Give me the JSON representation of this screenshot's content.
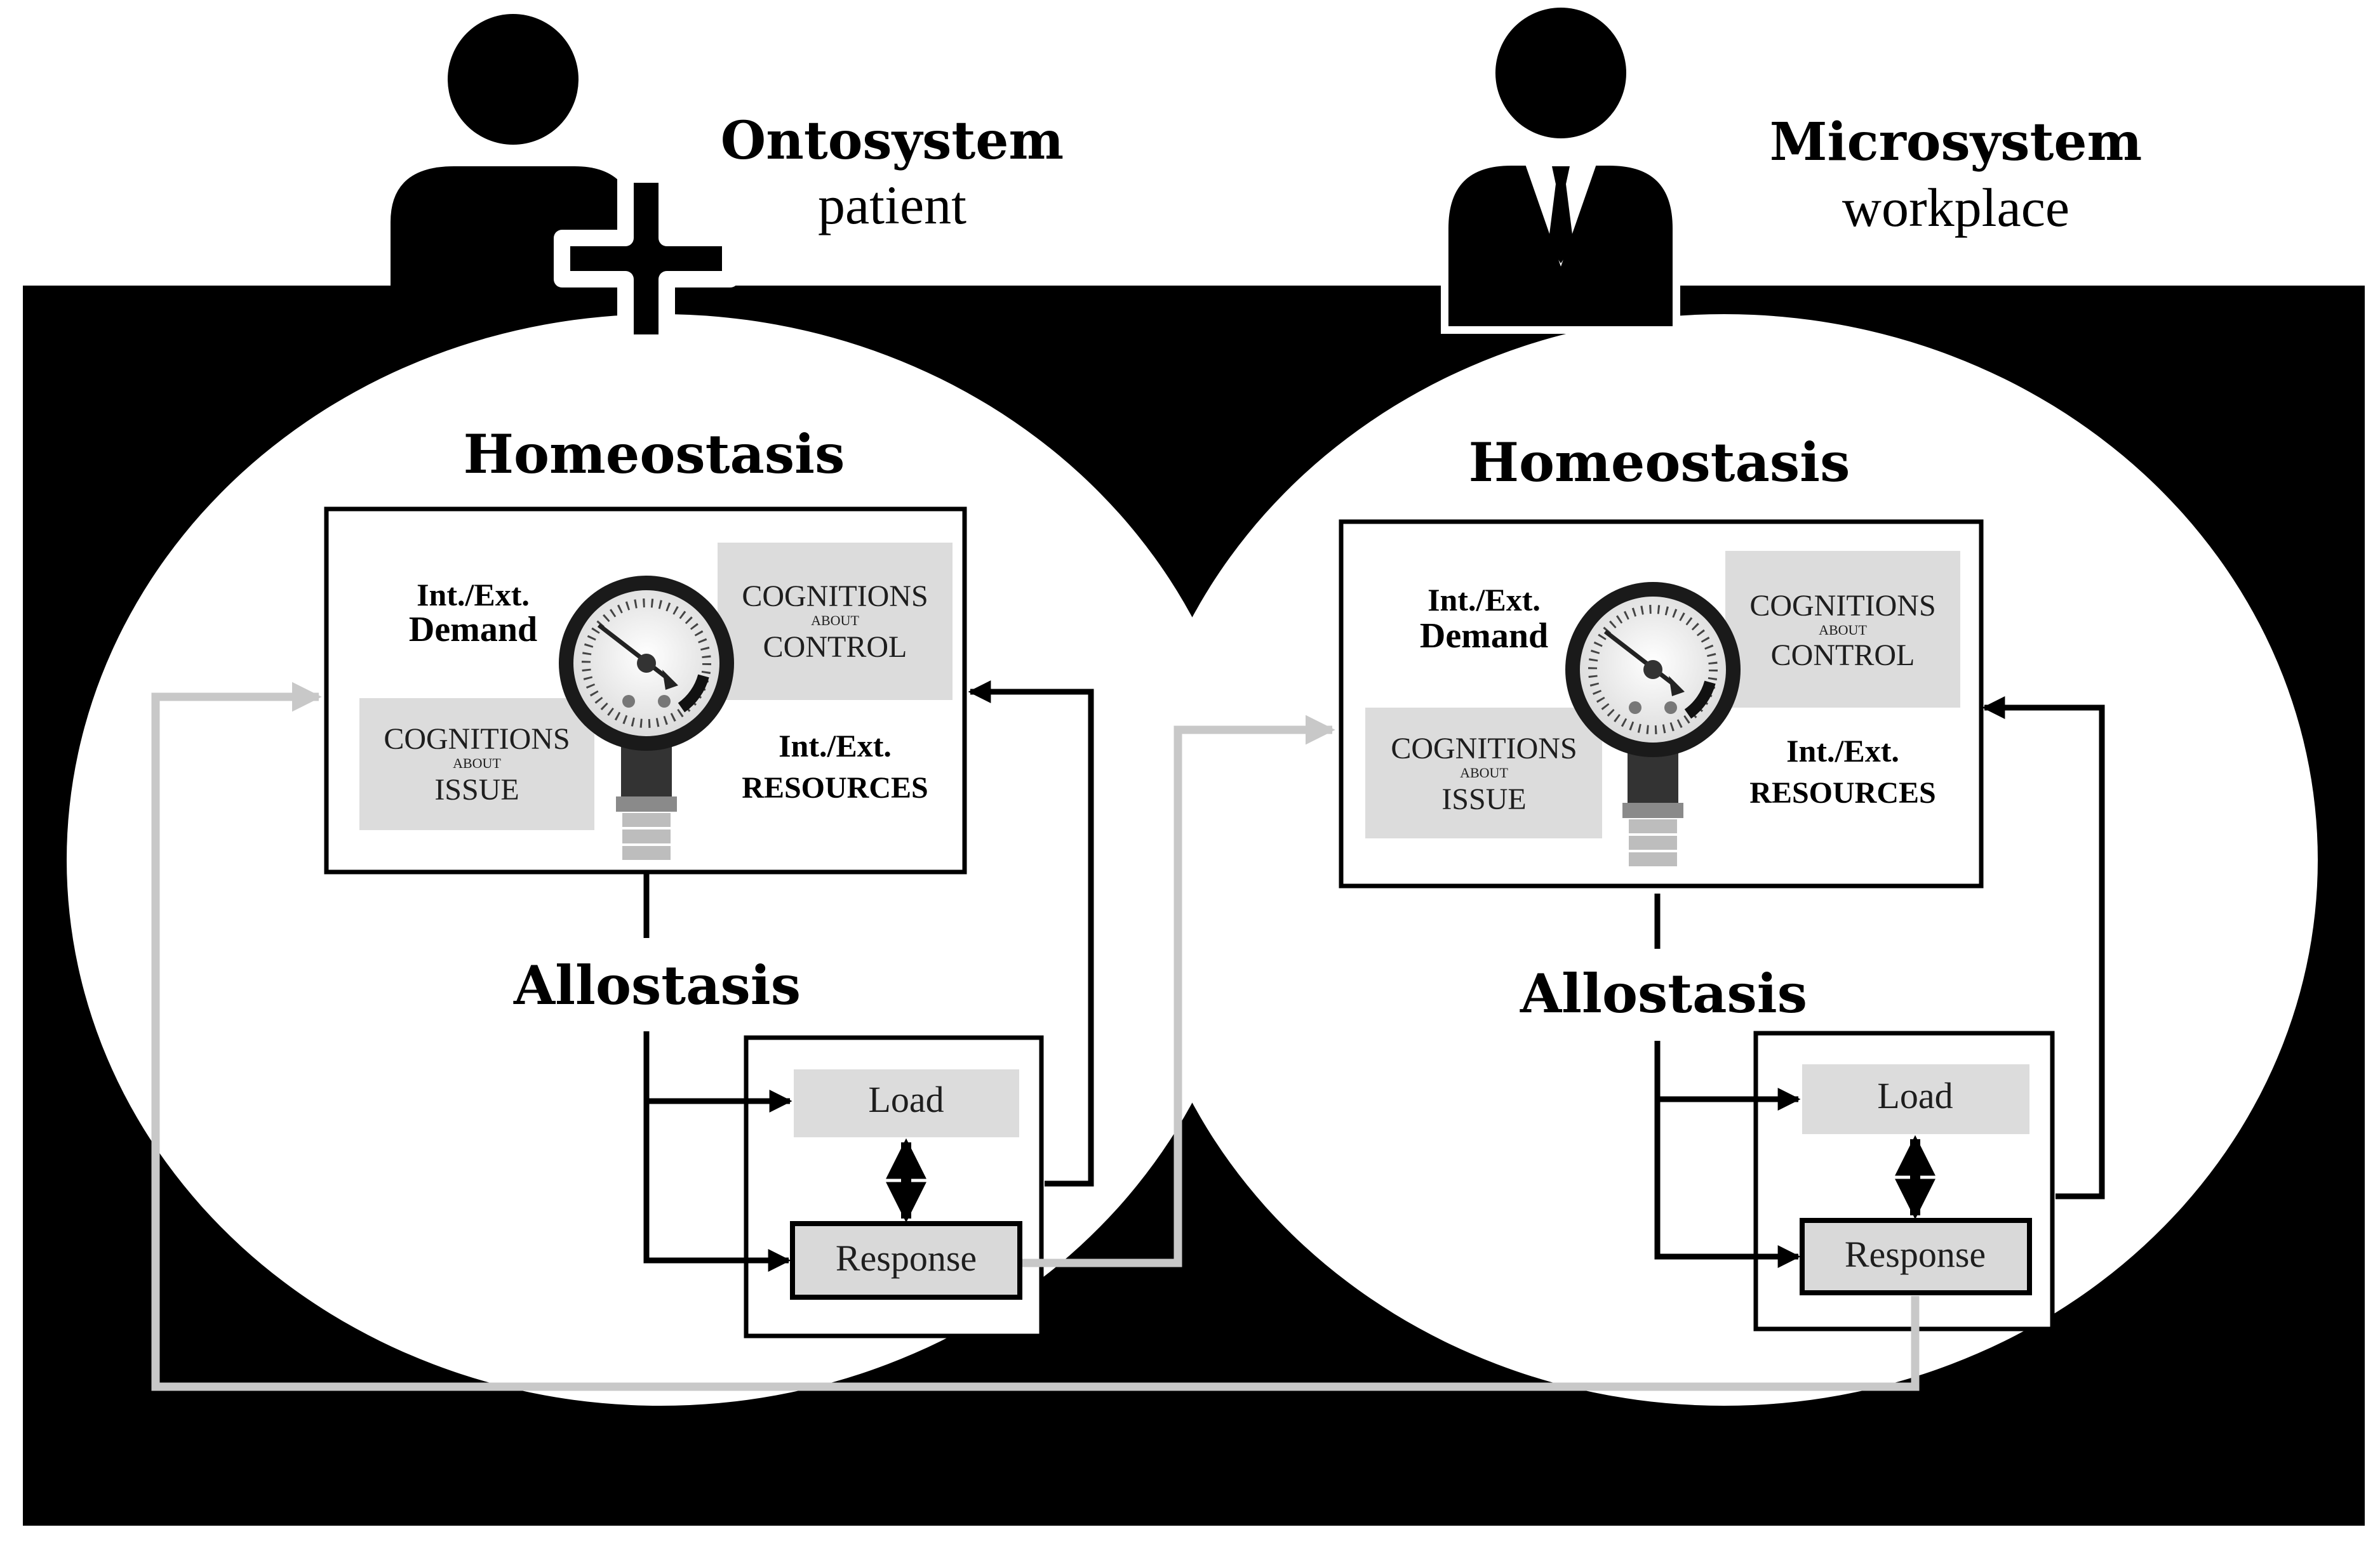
{
  "colors": {
    "background": "#000000",
    "circle": "#ffffff",
    "label_box": "#dcdcdc",
    "response_box": "#d9d9d9",
    "grey_arrow": "#c8c8c8",
    "black_arrow": "#000000"
  },
  "icons": {
    "left": "patient-person-with-plus-icon",
    "right": "businessman-with-tie-icon",
    "gauge": "pressure-gauge-icon"
  },
  "ontosystem": {
    "title": "Ontosystem",
    "subtitle": "patient",
    "homeostasis": "Homeostasis",
    "allostasis": "Allostasis",
    "demand": {
      "line1": "Int./Ext.",
      "line2": "Demand"
    },
    "resources": {
      "line1": "Int./Ext.",
      "line2": "RESOURCES"
    },
    "cognitions_control": {
      "line1": "COGNITIONS",
      "line2": "ABOUT",
      "line3": "CONTROL"
    },
    "cognitions_issue": {
      "line1": "COGNITIONS",
      "line2": "ABOUT",
      "line3": "ISSUE"
    },
    "load": "Load",
    "response": "Response"
  },
  "microsystem": {
    "title": "Microsystem",
    "subtitle": "workplace",
    "homeostasis": "Homeostasis",
    "allostasis": "Allostasis",
    "demand": {
      "line1": "Int./Ext.",
      "line2": "Demand"
    },
    "resources": {
      "line1": "Int./Ext.",
      "line2": "RESOURCES"
    },
    "cognitions_control": {
      "line1": "COGNITIONS",
      "line2": "ABOUT",
      "line3": "CONTROL"
    },
    "cognitions_issue": {
      "line1": "COGNITIONS",
      "line2": "ABOUT",
      "line3": "ISSUE"
    },
    "load": "Load",
    "response": "Response"
  }
}
